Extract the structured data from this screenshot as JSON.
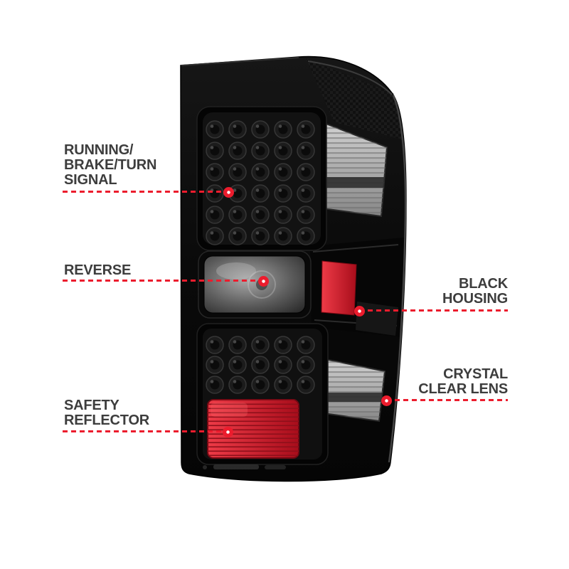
{
  "colors": {
    "accent_red": "#ec1c2d",
    "label_text": "#3d3d3d",
    "housing_black": "#0b0b0b",
    "reflector_red": "#c81523",
    "lens_gray": "#b5b5b5"
  },
  "callouts": [
    {
      "id": "running-brake-turn-signal",
      "side": "left",
      "lines": [
        "RUNNING/",
        "BRAKE/TURN",
        "SIGNAL"
      ]
    },
    {
      "id": "reverse",
      "side": "left",
      "lines": [
        "REVERSE"
      ]
    },
    {
      "id": "safety-reflector",
      "side": "left",
      "lines": [
        "SAFETY",
        "REFLECTOR"
      ]
    },
    {
      "id": "black-housing",
      "side": "right",
      "lines": [
        "BLACK",
        "HOUSING"
      ]
    },
    {
      "id": "crystal-clear-lens",
      "side": "right",
      "lines": [
        "CRYSTAL",
        "CLEAR LENS"
      ]
    }
  ]
}
